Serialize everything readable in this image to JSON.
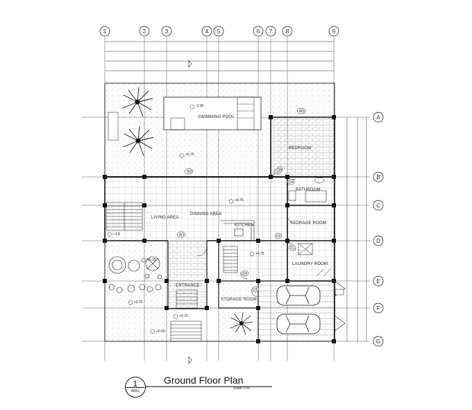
{
  "grid": {
    "columns": [
      "1",
      "2",
      "3",
      "4",
      "5",
      "6",
      "7",
      "8",
      "9"
    ],
    "rows": [
      "A",
      "B",
      "C",
      "D",
      "E",
      "F",
      "G"
    ]
  },
  "rooms": {
    "swimming_pool": "SWIMMING POOL",
    "bedroom": "BEDROOM",
    "bathroom": "BATHROOM",
    "living_area": "LIVING AREA",
    "dinning_area": "DINNING AREA",
    "kitchen": "KITCHEN",
    "storage_room_1": "STORAGE ROOM",
    "laundry_room": "LAUNDRY ROOM",
    "entrance": "ENTRANCE",
    "storage_room_2": "STORAGE ROOM"
  },
  "levels": {
    "pool": "-2.00",
    "garden": "+0.75",
    "living": "+0.75",
    "stair": "+1.8",
    "terrace": "+0.15",
    "lawn": "+0.15",
    "kitchen": "+0.75",
    "entrance": "+0.75",
    "street": "+0.00"
  },
  "tags": {
    "w1": "W1",
    "w2": "W2",
    "w3": "W3",
    "d1": "D1",
    "d2": "D2",
    "d3": "D3",
    "d4": "D4",
    "d5": "D5",
    "d6": "D6"
  },
  "title": {
    "number": "1",
    "sheet": "AR01",
    "text": "Ground Floor Plan",
    "scale": "Scale 1:50"
  },
  "colors": {
    "line": "#111111",
    "hatch": "#9a9a9a"
  }
}
